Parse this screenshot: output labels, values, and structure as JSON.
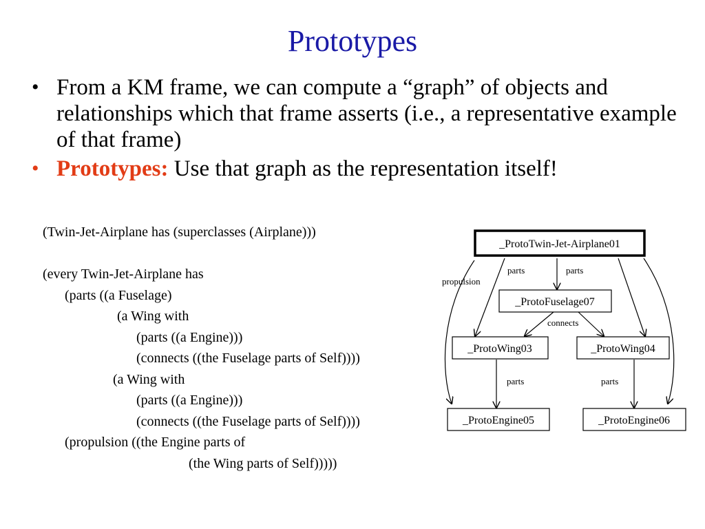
{
  "title": "Prototypes",
  "bullets": [
    {
      "text": "From a KM frame, we can compute a “graph” of objects and relationships which that frame asserts (i.e., a representative example of that frame)"
    },
    {
      "keyword": "Prototypes:",
      "text": " Use that graph as the representation itself!"
    }
  ],
  "code": [
    "(Twin-Jet-Airplane has (superclasses (Airplane)))",
    "",
    "(every Twin-Jet-Airplane has",
    "(parts ((a Fuselage)",
    "(a Wing with",
    "(parts ((a Engine)))",
    "(connects ((the Fuselage parts of Self))))",
    "(a Wing with",
    "(parts ((a Engine)))",
    "(connects ((the Fuselage parts of Self))))",
    "(propulsion ((the Engine parts of",
    "(the Wing parts of Self)))))"
  ],
  "diagram": {
    "nodes": {
      "airplane": "_ProtoTwin-Jet-Airplane01",
      "fuselage": "_ProtoFuselage07",
      "wing03": "_ProtoWing03",
      "wing04": "_ProtoWing04",
      "engine05": "_ProtoEngine05",
      "engine06": "_ProtoEngine06"
    },
    "edge_labels": {
      "propulsion": "propulsion",
      "parts_left": "parts",
      "parts_right": "parts",
      "connects": "connects",
      "parts_wing03": "parts",
      "parts_wing04": "parts"
    }
  },
  "colors": {
    "title": "#1a1aa6",
    "keyword": "#e23c16"
  }
}
